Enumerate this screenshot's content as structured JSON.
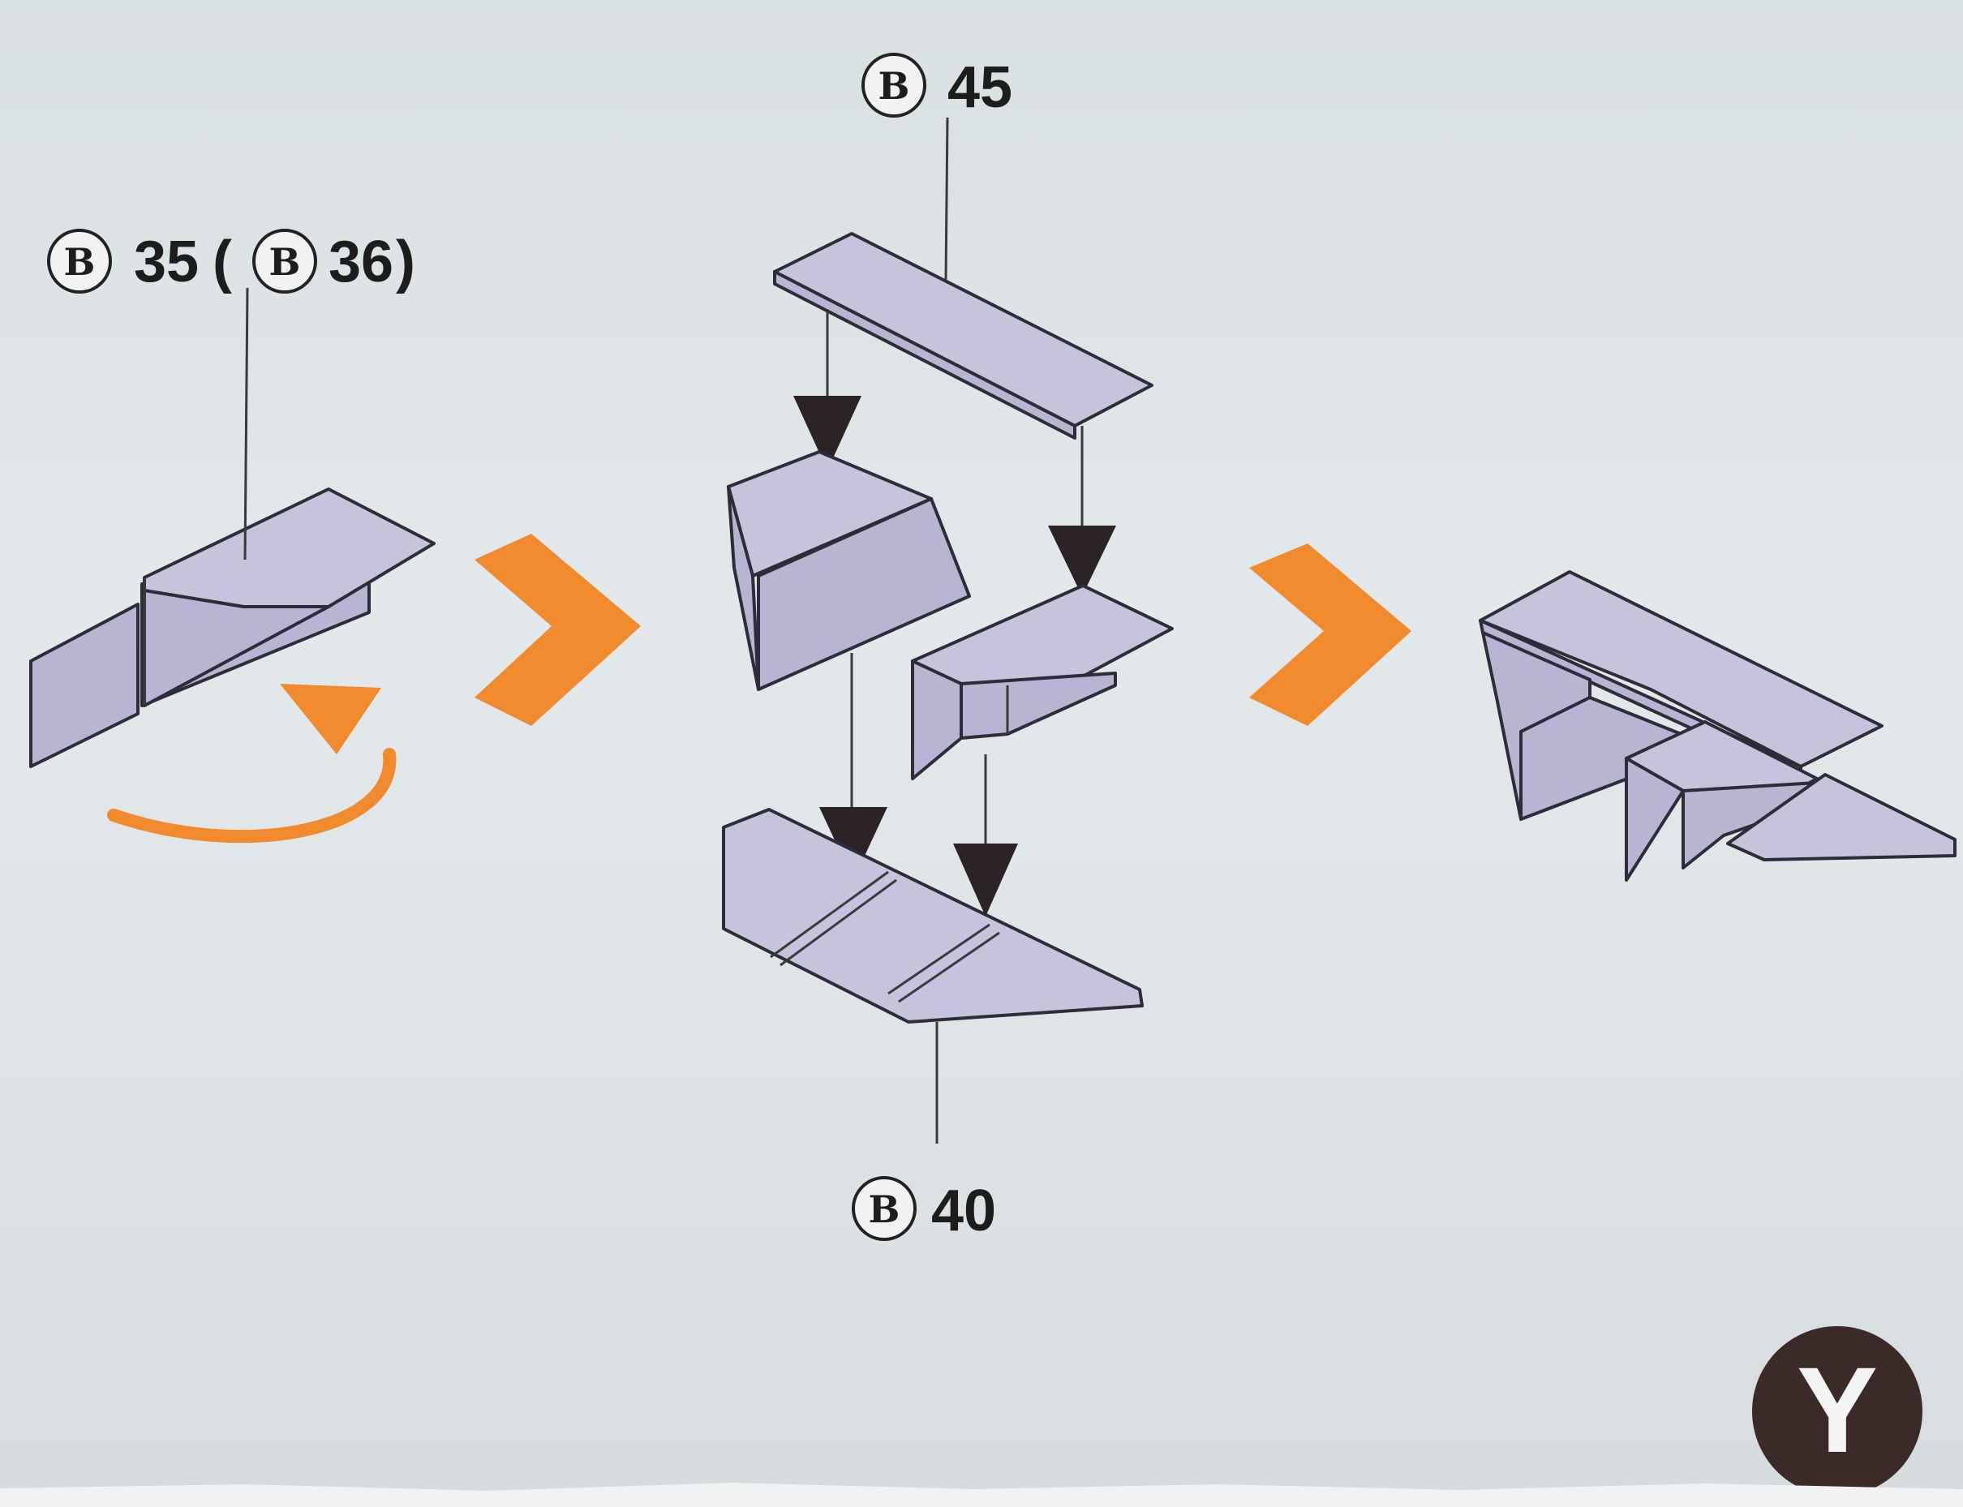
{
  "labels": {
    "part_b35_36": {
      "letter": "B",
      "number": "35",
      "paren_letter": "B",
      "paren_number": "36"
    },
    "part_b45": {
      "letter": "B",
      "number": "45"
    },
    "part_b40": {
      "letter": "B",
      "number": "40"
    }
  },
  "step_badge": "Y",
  "colors": {
    "part_fill": "#c5c4dc",
    "part_outline": "#2e2b3a",
    "accent_arrow": "#f08a2c",
    "badge": "#3b2a28"
  }
}
